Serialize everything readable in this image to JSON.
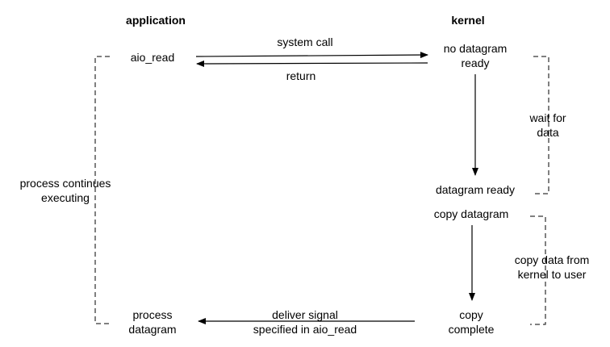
{
  "headers": {
    "application": "application",
    "kernel": "kernel"
  },
  "app": {
    "aio_read": "aio_read",
    "process_continues": [
      "process continues",
      "executing"
    ],
    "process_datagram": [
      "process",
      "datagram"
    ]
  },
  "kernel": {
    "no_datagram": [
      "no datagram",
      "ready"
    ],
    "wait_for_data": [
      "wait for",
      "data"
    ],
    "datagram_ready": "datagram ready",
    "copy_datagram": "copy datagram",
    "copy_data_from": [
      "copy data from",
      "kernel to user"
    ],
    "copy_complete": [
      "copy",
      "complete"
    ]
  },
  "arrows": {
    "system_call": "system call",
    "return": "return",
    "deliver_signal": [
      "deliver signal",
      "specified in aio_read"
    ]
  }
}
